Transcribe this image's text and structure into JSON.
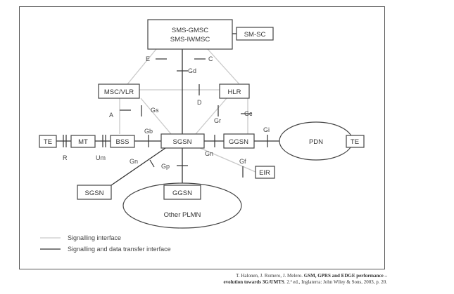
{
  "nodes": {
    "sms_gmsc": [
      "SMS-GMSC",
      "SMS-IWMSC"
    ],
    "sm_sc": "SM-SC",
    "msc_vlr": "MSC/VLR",
    "hlr": "HLR",
    "te_left": "TE",
    "mt": "MT",
    "bss": "BSS",
    "sgsn_main": "SGSN",
    "ggsn_main": "GGSN",
    "pdn": "PDN",
    "te_right": "TE",
    "eir": "EIR",
    "sgsn_other": "SGSN",
    "ggsn_other": "GGSN",
    "other_plmn": "Other PLMN"
  },
  "interfaces": {
    "e": "E",
    "c": "C",
    "gd": "Gd",
    "d": "D",
    "a": "A",
    "gs": "Gs",
    "gr": "Gr",
    "gc": "Gc",
    "gb": "Gb",
    "gi": "Gi",
    "r": "R",
    "um": "Um",
    "gn_right": "Gn",
    "gn_left": "Gn",
    "gp": "Gp",
    "gf": "Gf"
  },
  "legend": {
    "signalling": "Signalling interface",
    "data": "Signalling and data transfer interface"
  },
  "citation": {
    "authors": "T. Halonen, J. Romero, J. Melero.",
    "title_bold_1": "GSM, GPRS and EDGE performance –",
    "title_bold_2": "evolution towards 3G/UMTS",
    "rest": ". 2.ª ed., Inglaterra: John Wiley & Sons, 2003, p. 20."
  },
  "colors": {
    "signalling_line": "#c9c9c9",
    "data_line": "#333333"
  }
}
